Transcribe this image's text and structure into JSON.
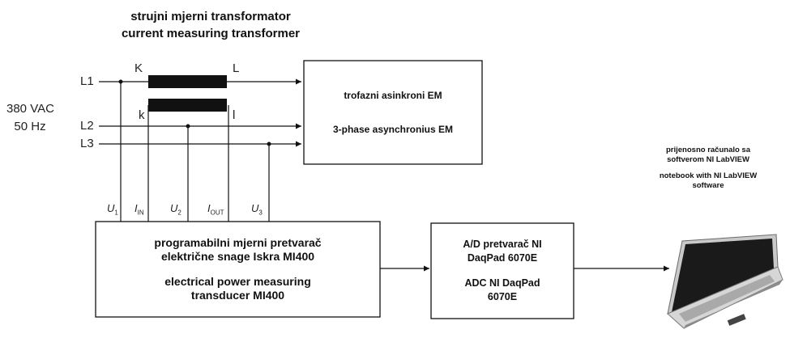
{
  "title": {
    "line1": "strujni mjerni transformator",
    "line2": "current measuring transformer"
  },
  "source": {
    "voltage": "380 VAC",
    "frequency": "50 Hz"
  },
  "lines": {
    "l1": "L1",
    "l2": "L2",
    "l3": "L3"
  },
  "transformer": {
    "k_upper": "K",
    "l_upper": "L",
    "k_lower": "k",
    "l_lower": "l"
  },
  "motor": {
    "hr": "trofazni asinkroni EM",
    "en": "3-phase asynchronius EM"
  },
  "taps": {
    "u1": {
      "base": "U",
      "sub": "1"
    },
    "iin": {
      "base": "I",
      "sub": "IN"
    },
    "u2": {
      "base": "U",
      "sub": "2"
    },
    "iout": {
      "base": "I",
      "sub": "OUT"
    },
    "u3": {
      "base": "U",
      "sub": "3"
    }
  },
  "transducer": {
    "hr1": "programabilni mjerni pretvarač",
    "hr2": "električne snage Iskra MI400",
    "en1": "electrical power measuring",
    "en2": "transducer MI400"
  },
  "adc": {
    "hr1": "A/D pretvarač NI",
    "hr2": "DaqPad 6070E",
    "en1": "ADC NI DaqPad",
    "en2": "6070E"
  },
  "laptop": {
    "hr1": "prijenosno računalo sa",
    "hr2": "softverom NI LabVIEW",
    "en1": "notebook with NI LabVIEW",
    "en2": "software"
  }
}
